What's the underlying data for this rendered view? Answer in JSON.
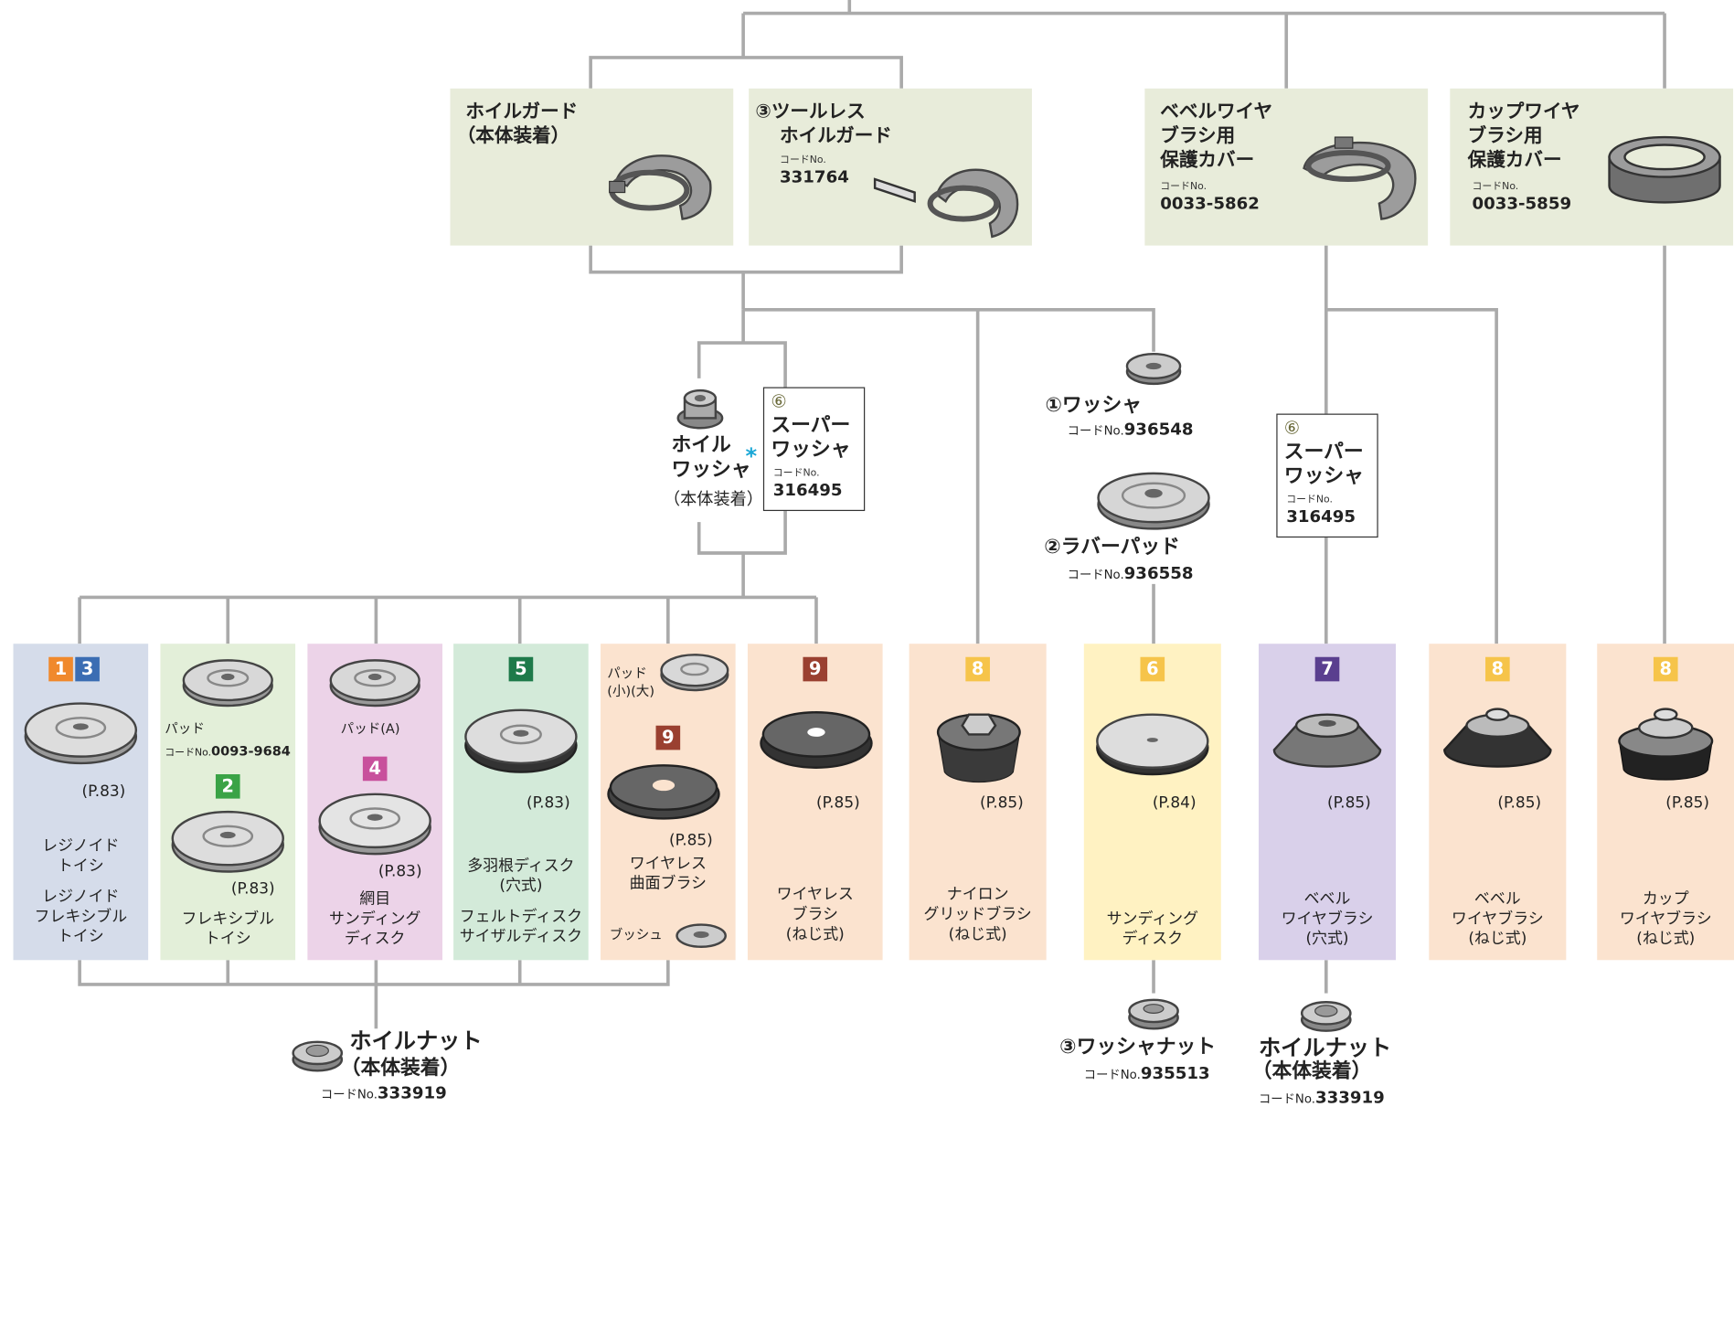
{
  "guards": [
    {
      "title_line1": "ホイルガード",
      "title_line2": "（本体装着）"
    },
    {
      "prefix": "③",
      "title_line1": "ツールレス",
      "title_line2": "ホイルガード",
      "code_label": "コードNo.",
      "code": "331764"
    },
    {
      "title_line1": "ベベルワイヤ",
      "title_line2": "ブラシ用",
      "title_line3": "保護カバー",
      "code_label": "コードNo.",
      "code": "0033-5862"
    },
    {
      "title_line1": "カップワイヤ",
      "title_line2": "ブラシ用",
      "title_line3": "保護カバー",
      "code_label": "コードNo.",
      "code": "0033-5859"
    }
  ],
  "wheel_washer": {
    "line1": "ホイル",
    "line2": "ワッシャ",
    "line3": "（本体装着）",
    "asterisk": "*"
  },
  "super_washer": {
    "circle": "⑥",
    "line1": "スーパー",
    "line2": "ワッシャ",
    "code_label": "コードNo.",
    "code": "316495"
  },
  "washer1": {
    "name": "①ワッシャ",
    "code_label": "コードNo.",
    "code": "936548"
  },
  "rubber_pad": {
    "name": "②ラバーパッド",
    "code_label": "コードNo.",
    "code": "936558"
  },
  "panels": [
    {
      "badges": [
        "1",
        "3"
      ],
      "page": "(P.83)",
      "label1": [
        "レジノイド",
        "トイシ"
      ],
      "label2": [
        "レジノイド",
        "フレキシブル",
        "トイシ"
      ]
    },
    {
      "pad_label": "パッド",
      "pad_code_label": "コードNo.",
      "pad_code": "0093-9684",
      "badges": [
        "2"
      ],
      "page": "(P.83)",
      "label": [
        "フレキシブル",
        "トイシ"
      ]
    },
    {
      "pad_label": "パッド(A)",
      "badges": [
        "4"
      ],
      "page": "(P.83)",
      "label": [
        "網目",
        "サンディング",
        "ディスク"
      ]
    },
    {
      "badges": [
        "5"
      ],
      "page": "(P.83)",
      "label1": [
        "多羽根ディスク",
        "(穴式)"
      ],
      "label2": [
        "フェルトディスク",
        "サイザルディスク"
      ]
    },
    {
      "pad_label": [
        "パッド",
        "(小)(大)"
      ],
      "badges": [
        "9"
      ],
      "page": "(P.85)",
      "label": [
        "ワイヤレス",
        "曲面ブラシ"
      ],
      "bush": "ブッシュ"
    },
    {
      "badges": [
        "9"
      ],
      "page": "(P.85)",
      "label": [
        "ワイヤレス",
        "ブラシ",
        "(ねじ式)"
      ]
    },
    {
      "badges": [
        "8"
      ],
      "page": "(P.85)",
      "label": [
        "ナイロン",
        "グリッドブラシ",
        "(ねじ式)"
      ]
    },
    {
      "badges": [
        "6"
      ],
      "page": "(P.84)",
      "label": [
        "サンディング",
        "ディスク"
      ]
    },
    {
      "badges": [
        "7"
      ],
      "page": "(P.85)",
      "label": [
        "ベベル",
        "ワイヤブラシ",
        "(穴式)"
      ]
    },
    {
      "badges": [
        "8"
      ],
      "page": "(P.85)",
      "label": [
        "ベベル",
        "ワイヤブラシ",
        "(ねじ式)"
      ]
    },
    {
      "badges": [
        "8"
      ],
      "page": "(P.85)",
      "label": [
        "カップ",
        "ワイヤブラシ",
        "(ねじ式)"
      ]
    }
  ],
  "wheel_nut_left": {
    "line1": "ホイルナット",
    "line2": "（本体装着）",
    "code_label": "コードNo.",
    "code": "333919"
  },
  "washer_nut": {
    "name": "③ワッシャナット",
    "code_label": "コードNo.",
    "code": "935513"
  },
  "wheel_nut_right": {
    "line1": "ホイルナット",
    "line2": "（本体装着）",
    "code_label": "コードNo.",
    "code": "333919"
  },
  "colors": {
    "line": "#aaaaaa",
    "guard_bg": "#e8ecda",
    "panel_blue": "#d5dcea",
    "panel_green": "#e3efd9",
    "panel_pink": "#ecd3e8",
    "panel_teal": "#d3ead9",
    "panel_peach": "#fbe3cf",
    "panel_yellow": "#fff2c2",
    "panel_purple": "#d9d0ea",
    "badge_orange": "#f0892c",
    "badge_blue": "#3b6db3",
    "badge_green": "#3aa346",
    "badge_pink": "#c8509c",
    "badge_darkgreen": "#1e7a4a",
    "badge_brown": "#9a4030",
    "badge_yellow": "#f6c44a",
    "badge_purple": "#5a3f8f"
  }
}
